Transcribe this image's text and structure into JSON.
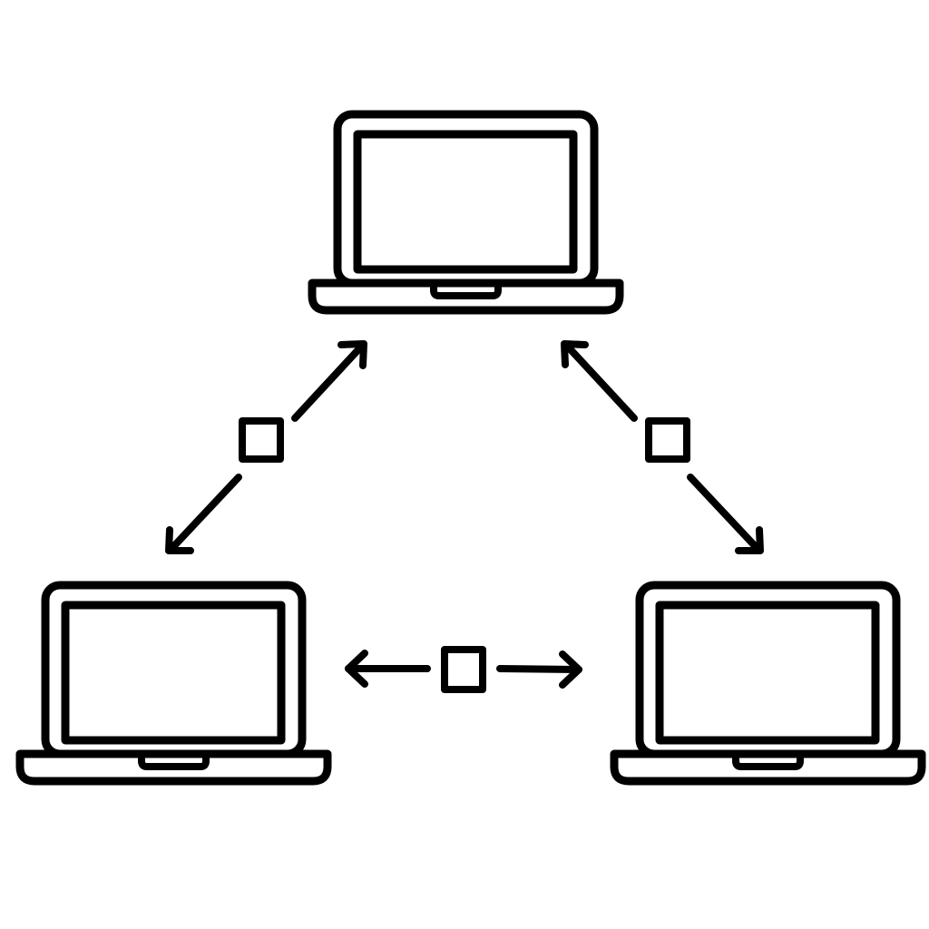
{
  "diagram": {
    "nodes": [
      {
        "id": "top",
        "icon": "laptop-icon"
      },
      {
        "id": "bottom-left",
        "icon": "laptop-icon"
      },
      {
        "id": "bottom-right",
        "icon": "laptop-icon"
      }
    ],
    "links": [
      {
        "from": "bottom-left",
        "to": "top",
        "direction": "bidirectional",
        "marker": "square-packet-icon"
      },
      {
        "from": "top",
        "to": "bottom-right",
        "direction": "bidirectional",
        "marker": "square-packet-icon"
      },
      {
        "from": "bottom-left",
        "to": "bottom-right",
        "direction": "bidirectional",
        "marker": "square-packet-icon"
      }
    ]
  },
  "colors": {
    "stroke": "#000000",
    "background": "#ffffff"
  }
}
